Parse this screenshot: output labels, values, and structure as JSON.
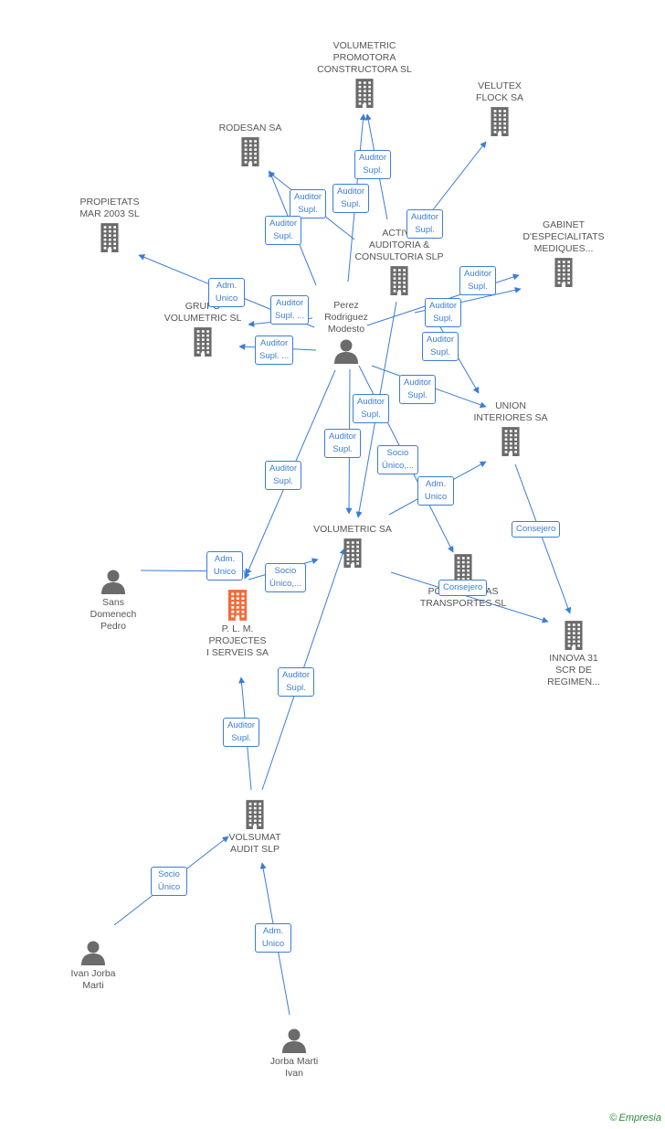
{
  "colors": {
    "edge": "#3a7dd8",
    "building": "#6b6b6b",
    "focus": "#f26b3a",
    "person": "#6b6b6b"
  },
  "nodes": [
    {
      "id": "volumetric-promotora",
      "label": "VOLUMETRIC\nPROMOTORA\nCONSTRUCTORA SL",
      "icon": "building"
    },
    {
      "id": "velutex",
      "label": "VELUTEX\nFLOCK SA",
      "icon": "building"
    },
    {
      "id": "rodesan",
      "label": "RODESAN SA",
      "icon": "building"
    },
    {
      "id": "propietats",
      "label": "PROPIETATS\nMAR 2003 SL",
      "icon": "building"
    },
    {
      "id": "activa",
      "label": "ACTIVA\nAUDITORIA &\nCONSULTORIA SLP",
      "icon": "building"
    },
    {
      "id": "gabinet",
      "label": "GABINET\nD'ESPECIALITATS\nMEDIQUES...",
      "icon": "building"
    },
    {
      "id": "grupo-volumetric",
      "label": "GRUPO\nVOLUMETRIC SL",
      "icon": "building"
    },
    {
      "id": "perez",
      "label": "Perez\nRodriguez\nModesto",
      "icon": "person"
    },
    {
      "id": "union",
      "label": "UNION\nINTERIORES SA",
      "icon": "building"
    },
    {
      "id": "volumetric-sa",
      "label": "VOLUMETRIC SA",
      "icon": "building"
    },
    {
      "id": "sans",
      "label": "Sans\nDomenech\nPedro",
      "icon": "person"
    },
    {
      "id": "plm",
      "label": "P. L. M.\nPROJECTES\nI SERVEIS SA",
      "icon": "building-focus"
    },
    {
      "id": "porrinotras",
      "label": "PORRINOTRAS\nTRANSPORTES SL",
      "icon": "building"
    },
    {
      "id": "innova",
      "label": "INNOVA 31\nSCR DE\nREGIMEN...",
      "icon": "building"
    },
    {
      "id": "volsumat",
      "label": "VOLSUMAT\nAUDIT SLP",
      "icon": "building"
    },
    {
      "id": "ivan",
      "label": "Ivan Jorba\nMarti",
      "icon": "person"
    },
    {
      "id": "jorba",
      "label": "Jorba Marti\nIvan",
      "icon": "person"
    }
  ],
  "edges": [
    {
      "from": "perez",
      "to": "volumetric-promotora",
      "label": "Auditor\nSupl."
    },
    {
      "from": "activa",
      "to": "volumetric-promotora",
      "label": "Auditor\nSupl."
    },
    {
      "from": "perez",
      "to": "rodesan",
      "label": "Auditor\nSupl."
    },
    {
      "from": "activa",
      "to": "rodesan",
      "label": "Auditor\nSupl."
    },
    {
      "from": "activa",
      "to": "velutex",
      "label": "Auditor\nSupl."
    },
    {
      "from": "perez",
      "to": "propietats",
      "label": "Adm.\nUnico"
    },
    {
      "from": "perez",
      "to": "grupo-volumetric",
      "label": "Auditor\nSupl. ..."
    },
    {
      "from": "perez",
      "to": "grupo-volumetric",
      "label": "Auditor\nSupl. ..."
    },
    {
      "from": "perez",
      "to": "gabinet",
      "label": "Auditor\nSupl."
    },
    {
      "from": "activa",
      "to": "gabinet",
      "label": "Auditor\nSupl."
    },
    {
      "from": "activa",
      "to": "union",
      "label": "Auditor\nSupl."
    },
    {
      "from": "perez",
      "to": "union",
      "label": "Auditor\nSupl."
    },
    {
      "from": "perez",
      "to": "volumetric-sa",
      "label": "Auditor\nSupl."
    },
    {
      "from": "activa",
      "to": "volumetric-sa",
      "label": "Auditor\nSupl."
    },
    {
      "from": "perez",
      "to": "porrinotras",
      "label": "Socio\nÚnico,..."
    },
    {
      "from": "volumetric-sa",
      "to": "union",
      "label": "Adm.\nUnico"
    },
    {
      "from": "perez",
      "to": "plm",
      "label": "Auditor\nSupl."
    },
    {
      "from": "union",
      "to": "innova",
      "label": "Consejero"
    },
    {
      "from": "volumetric-sa",
      "to": "innova",
      "label": "Consejero"
    },
    {
      "from": "sans",
      "to": "plm",
      "label": "Adm.\nUnico"
    },
    {
      "from": "plm",
      "to": "volumetric-sa",
      "label": "Socio\nÚnico,..."
    },
    {
      "from": "volsumat",
      "to": "plm",
      "label": "Auditor\nSupl."
    },
    {
      "from": "volsumat",
      "to": "volumetric-sa",
      "label": "Auditor\nSupl."
    },
    {
      "from": "ivan",
      "to": "volsumat",
      "label": "Socio\nÚnico"
    },
    {
      "from": "jorba",
      "to": "volsumat",
      "label": "Adm.\nUnico"
    }
  ],
  "brand": {
    "copyright": "©",
    "name": "Empresia"
  }
}
